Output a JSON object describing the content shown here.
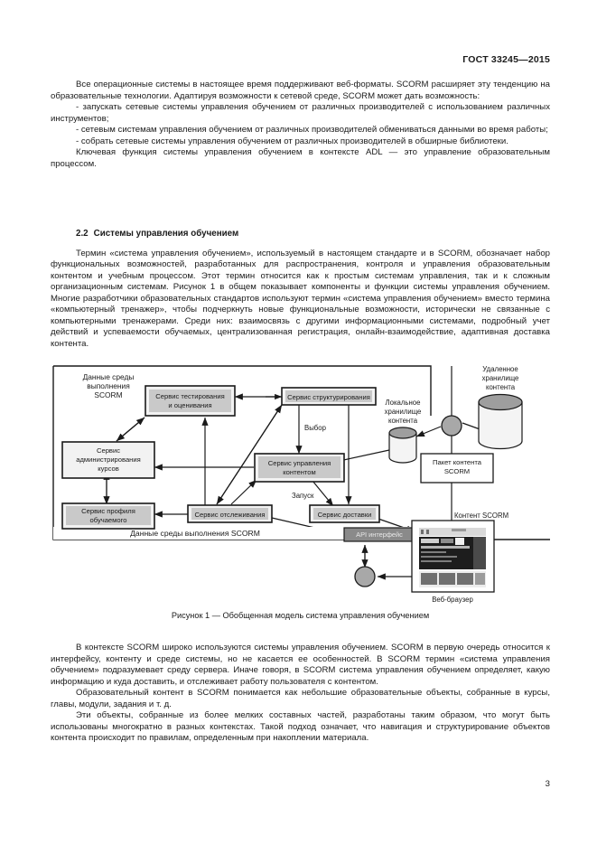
{
  "header": {
    "standard": "ГОСТ 33245—2015"
  },
  "page_number": "3",
  "body": {
    "para1": "Все операционные системы в настоящее время поддерживают веб-форматы. SCORM расширяет эту тенденцию на образовательные технологии. Адаптируя возможности к сетевой среде, SCORM может дать возможность:",
    "bullet1": "- запускать сетевые системы управления обучением от различных производителей с использованием различных инструментов;",
    "bullet2": "- сетевым системам управления обучением от различных производителей обмениваться данными во время работы;",
    "bullet3": "- собрать сетевые системы управления обучением от различных производителей в обширные библиотеки.",
    "para2": "Ключевая функция системы управления обучением в контексте ADL — это управление образовательным процессом.",
    "section_number": "2.2",
    "section_title": "Системы управления обучением",
    "para3": "Термин «система управления обучением», используемый в настоящем стандарте и в SCORM, обозначает набор функциональных возможностей, разработанных для распространения, контроля и управления образовательным контентом и учебным процессом. Этот термин относится как к простым системам управления, так и к сложным организационным системам. Рисунок 1 в общем показывает компоненты и функции системы управления обучением. Многие разработчики образовательных стандартов используют термин «система управления обучением» вместо термина «компьютерный тренажер», чтобы подчеркнуть новые функциональные возможности, исторически не связанные с компьютерными тренажерами. Среди них: взаимосвязь с другими информационными системами, подробный учет действий и успеваемости обучаемых, централизованная регистрация, онлайн-взаимодействие, адаптивная доставка контента.",
    "para4": "В контексте SCORM широко используются системы управления обучением. SCORM в первую очередь относится к интерфейсу, контенту и среде системы, но не касается ее особенностей. В SCORM термин «система управления обучением» подразумевает среду сервера. Иначе говоря, в SCORM система управления обучением определяет, какую информацию и куда доставить, и отслеживает работу пользователя с контентом.",
    "para5": "Образовательный контент в SCORM понимается как небольшие образовательные объекты, собранные в курсы, главы, модули, задания и т. д.",
    "para6": "Эти объекты, собранные из более мелких составных частей, разработаны таким образом, что могут быть использованы многократно в разных контекстах. Такой подход означает, что навигация и структурирование объектов контента происходит по правилам, определенным при накоплении материала."
  },
  "figure": {
    "caption": "Рисунок 1 — Обобщенная модель система управления обучением",
    "zone_label_line1": "Данные среды",
    "zone_label_line2": "выполнения",
    "zone_label_line3": "SCORM",
    "bottom_band_label": "Данные среды выполнения SCORM",
    "boxes": [
      {
        "id": "testing",
        "line1": "Сервис тестирования",
        "line2": "и оценивания"
      },
      {
        "id": "admin",
        "line1": "Сервис",
        "line2": "администрирования",
        "line3": "курсов"
      },
      {
        "id": "profile",
        "line1": "Сервис профиля",
        "line2": "обучаемого"
      },
      {
        "id": "tracking",
        "line1": "Сервис отслеживания",
        "line2": ""
      },
      {
        "id": "structure",
        "line1": "Сервис структурирования",
        "line2": ""
      },
      {
        "id": "contentmgmt",
        "line1": "Сервис управления",
        "line2": "контентом"
      },
      {
        "id": "delivery",
        "line1": "Сервис доставки",
        "line2": ""
      },
      {
        "id": "package",
        "line1": "Пакет контента",
        "line2": "SCORM"
      },
      {
        "id": "api",
        "line1": "API интерфейс",
        "line2": ""
      }
    ],
    "edge_labels": {
      "vybor": "Выбор",
      "zapusk": "Запуск",
      "content_scorm": "Контент SCORM"
    },
    "stores": {
      "local_line1": "Локальное",
      "local_line2": "хранилище",
      "local_line3": "контента",
      "remote_line1": "Удаленное",
      "remote_line2": "хранилище",
      "remote_line3": "контента"
    },
    "browser_label": "Веб-браузер",
    "colors": {
      "box_fill": "#f2f2f2",
      "box_label_fill": "#c8c8c8",
      "band_fill": "#8a8a8a",
      "cylinder_top": "#9e9e9e",
      "node_fill": "#a8a8a8",
      "stroke": "#1a1a1a"
    }
  }
}
